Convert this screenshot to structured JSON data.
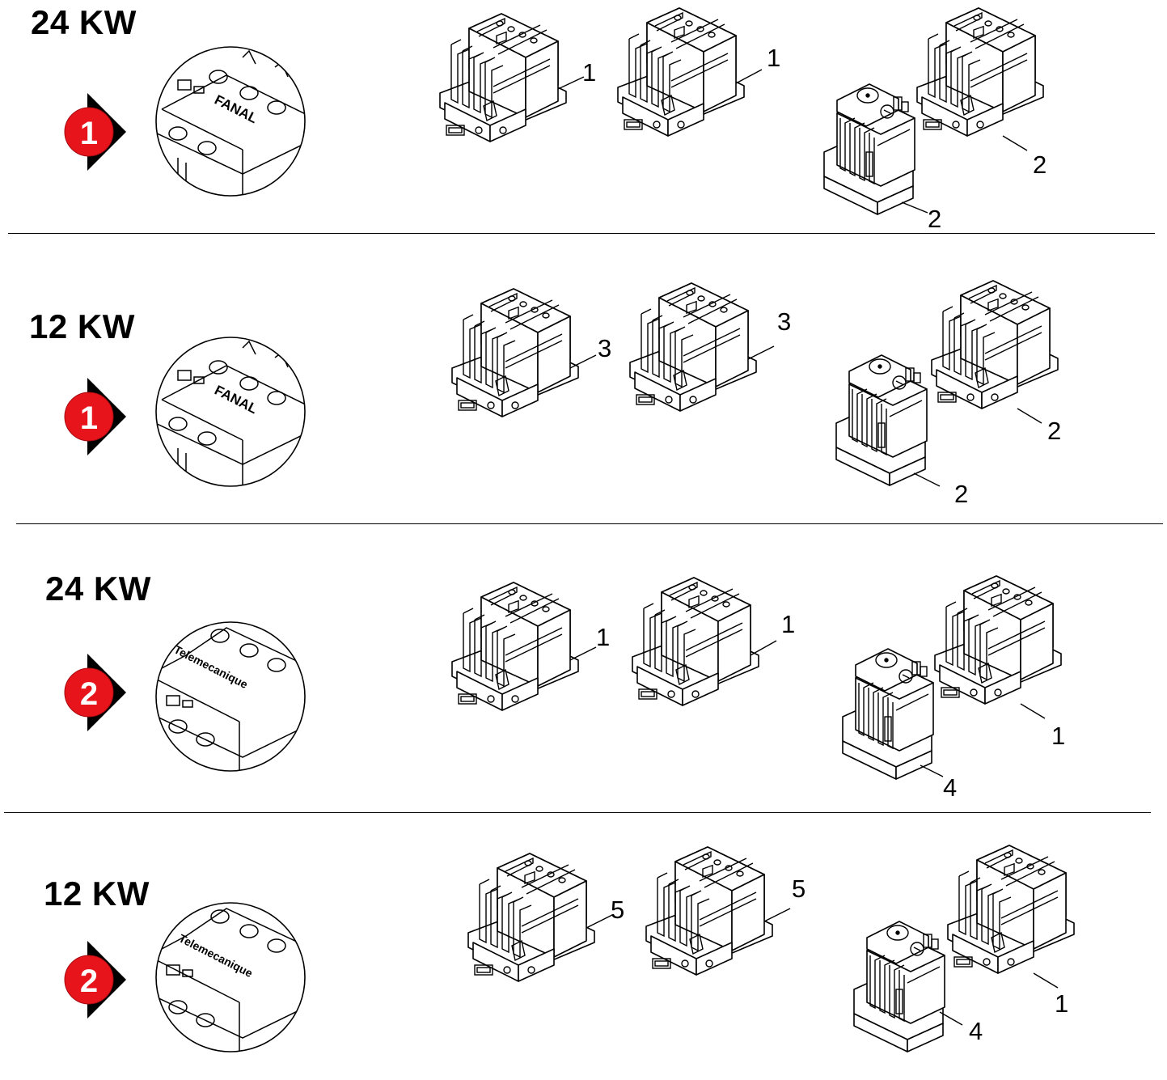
{
  "rows": [
    {
      "power": "24 KW",
      "badge": "1",
      "brand": "FANAL",
      "callouts": [
        "1",
        "1",
        "2",
        "2"
      ]
    },
    {
      "power": "12 KW",
      "badge": "1",
      "brand": "FANAL",
      "callouts": [
        "3",
        "3",
        "2",
        "2"
      ]
    },
    {
      "power": "24 KW",
      "badge": "2",
      "brand": "Telemecanique",
      "callouts": [
        "1",
        "1",
        "4",
        "1"
      ]
    },
    {
      "power": "12 KW",
      "badge": "2",
      "brand": "Telemecanique",
      "callouts": [
        "5",
        "5",
        "4",
        "1"
      ]
    }
  ],
  "colors": {
    "badge_red": "#e8141c",
    "badge_shadow": "#000000",
    "line": "#000000"
  },
  "icons": {
    "badge": "numbered-arrow-badge-icon",
    "zoom": "magnified-contactor-label-icon",
    "contactor": "contactor-drawing-icon",
    "relay": "overload-relay-drawing-icon"
  }
}
